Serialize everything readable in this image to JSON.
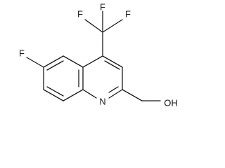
{
  "molecule": {
    "atom_labels": {
      "F_top_left": "F",
      "F_top": "F",
      "F_top_right": "F",
      "F_ring": "F",
      "N": "N",
      "OH": "OH"
    }
  }
}
